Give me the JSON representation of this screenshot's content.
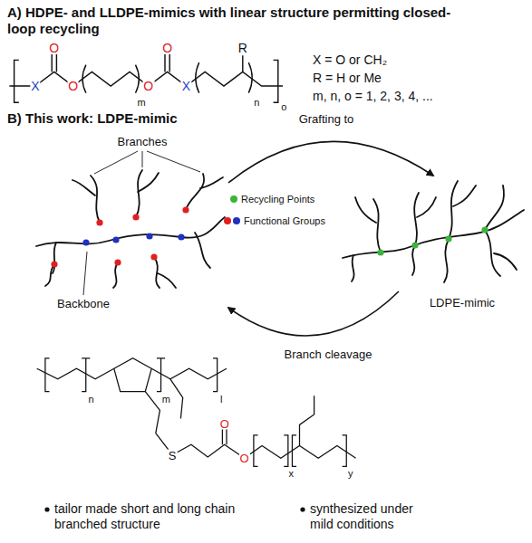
{
  "diagram": {
    "labels": [
      "A) HDPE- and LLDPE-mimics with linear structure permitting closed-loop recycling",
      "X",
      "O",
      "O",
      "m",
      "O",
      "O",
      "X",
      "R",
      "n",
      "o",
      "X = O or CH₂",
      "R = H or Me",
      "m, n, o = 1, 2, 3, 4, ...",
      "B) This work: LDPE-mimic",
      "Branches",
      "Backbone",
      "Grafting to",
      "Branch cleavage",
      "LDPE-mimic",
      "n",
      "m",
      "l",
      "S",
      "O",
      "O",
      "x",
      "y",
      "tailor made short and long chain branched structure",
      "synthesized under mild conditions"
    ],
    "legend": [
      {
        "text": "Recycling Points",
        "color": "#3cb43c"
      },
      {
        "text": "Functional Groups"
      }
    ]
  }
}
